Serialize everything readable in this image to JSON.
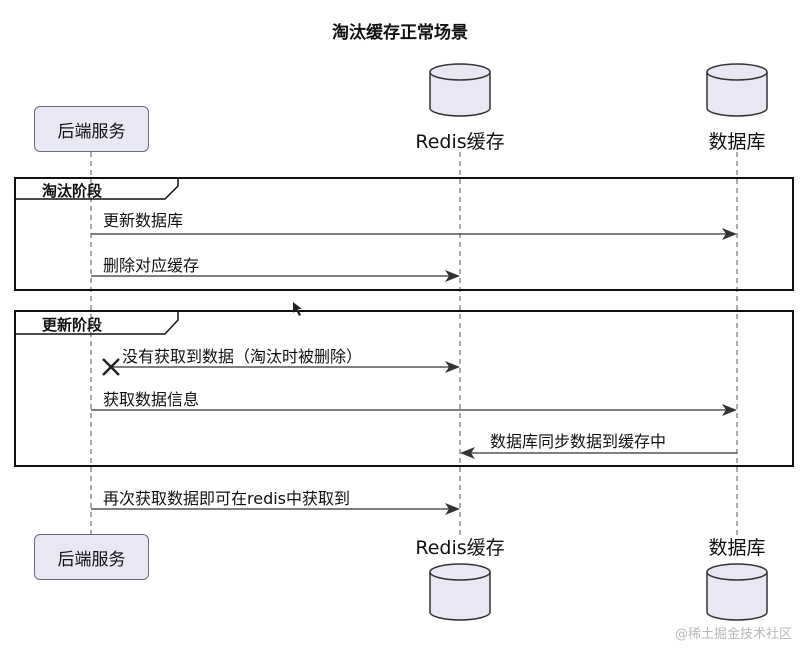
{
  "title": "淘汰缓存正常场景",
  "participants": {
    "backend": "后端服务",
    "redis": "Redis缓存",
    "db": "数据库"
  },
  "frames": [
    {
      "name": "淘汰阶段"
    },
    {
      "name": "更新阶段"
    }
  ],
  "messages": [
    {
      "text": "更新数据库",
      "from": "backend",
      "to": "db"
    },
    {
      "text": "删除对应缓存",
      "from": "backend",
      "to": "redis"
    },
    {
      "text": "没有获取到数据（淘汰时被删除）",
      "from": "backend",
      "to": "redis",
      "lost": true
    },
    {
      "text": "获取数据信息",
      "from": "backend",
      "to": "db"
    },
    {
      "text": "数据库同步数据到缓存中",
      "from": "db",
      "to": "redis"
    },
    {
      "text": "再次获取数据即可在redis中获取到",
      "from": "backend",
      "to": "redis"
    }
  ],
  "watermark": "@稀土掘金技术社区",
  "colors": {
    "participant_fill": "#e8e8f4",
    "participant_border": "#6a6a80",
    "line": "#333333"
  }
}
